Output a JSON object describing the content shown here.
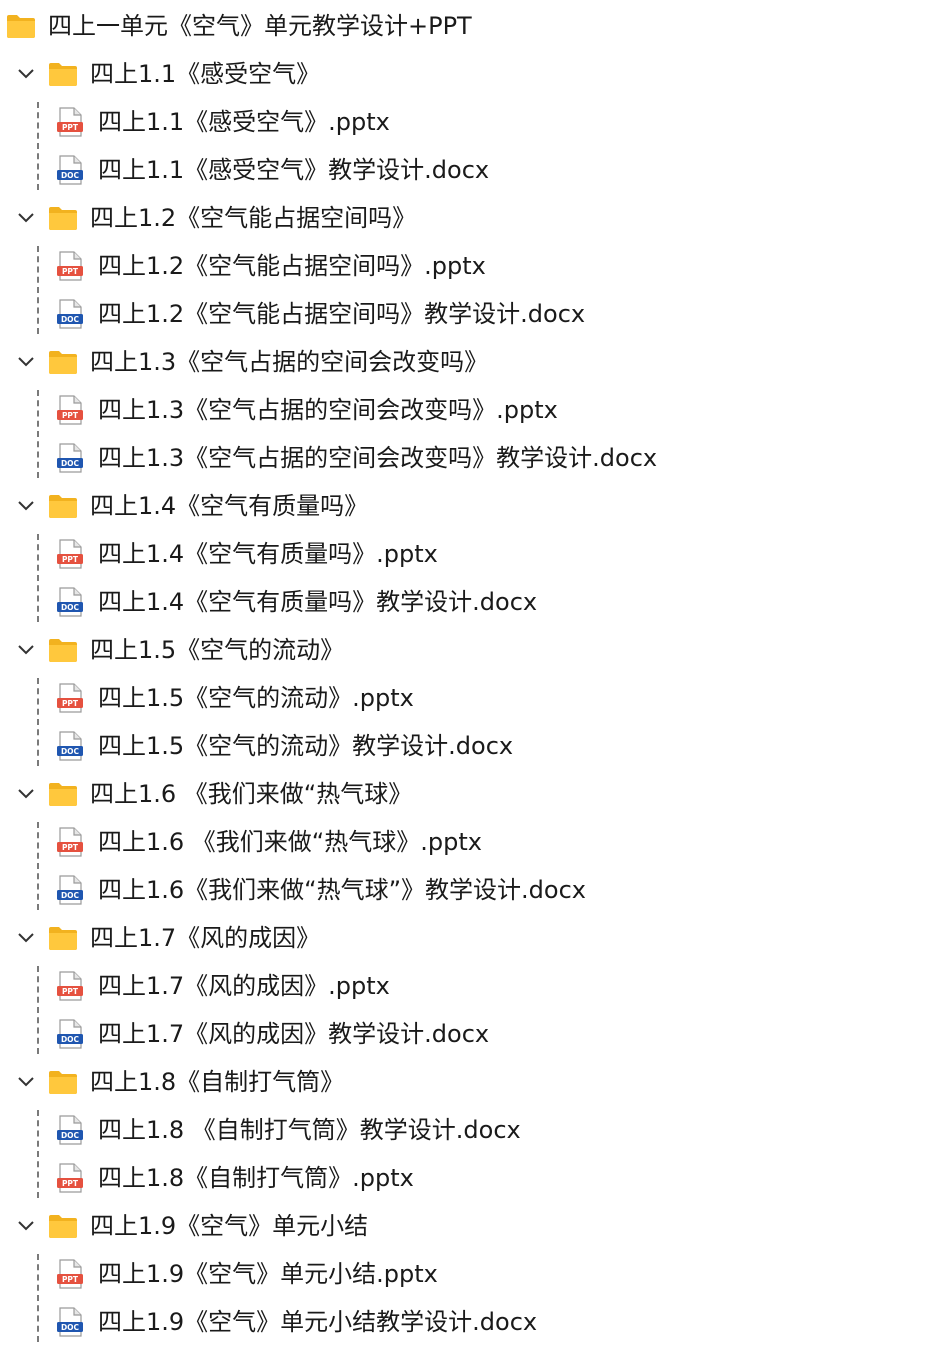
{
  "root": {
    "label": "四上一单元《空气》单元教学设计+PPT",
    "icon": "folder-icon"
  },
  "folders": [
    {
      "label": "四上1.1《感受空气》",
      "files": [
        {
          "type": "ppt",
          "badge": "PPT",
          "label": "四上1.1《感受空气》.pptx"
        },
        {
          "type": "doc",
          "badge": "DOC",
          "label": "四上1.1《感受空气》教学设计.docx"
        }
      ]
    },
    {
      "label": "四上1.2《空气能占据空间吗》",
      "files": [
        {
          "type": "ppt",
          "badge": "PPT",
          "label": "四上1.2《空气能占据空间吗》.pptx"
        },
        {
          "type": "doc",
          "badge": "DOC",
          "label": "四上1.2《空气能占据空间吗》教学设计.docx"
        }
      ]
    },
    {
      "label": "四上1.3《空气占据的空间会改变吗》",
      "files": [
        {
          "type": "ppt",
          "badge": "PPT",
          "label": "四上1.3《空气占据的空间会改变吗》.pptx"
        },
        {
          "type": "doc",
          "badge": "DOC",
          "label": "四上1.3《空气占据的空间会改变吗》教学设计.docx"
        }
      ]
    },
    {
      "label": "四上1.4《空气有质量吗》",
      "files": [
        {
          "type": "ppt",
          "badge": "PPT",
          "label": "四上1.4《空气有质量吗》.pptx"
        },
        {
          "type": "doc",
          "badge": "DOC",
          "label": "四上1.4《空气有质量吗》教学设计.docx"
        }
      ]
    },
    {
      "label": "四上1.5《空气的流动》",
      "files": [
        {
          "type": "ppt",
          "badge": "PPT",
          "label": "四上1.5《空气的流动》.pptx"
        },
        {
          "type": "doc",
          "badge": "DOC",
          "label": "四上1.5《空气的流动》教学设计.docx"
        }
      ]
    },
    {
      "label": "四上1.6 《我们来做“热气球》",
      "files": [
        {
          "type": "ppt",
          "badge": "PPT",
          "label": "四上1.6 《我们来做“热气球》.pptx"
        },
        {
          "type": "doc",
          "badge": "DOC",
          "label": "四上1.6《我们来做“热气球”》教学设计.docx"
        }
      ]
    },
    {
      "label": "四上1.7《风的成因》",
      "files": [
        {
          "type": "ppt",
          "badge": "PPT",
          "label": "四上1.7《风的成因》.pptx"
        },
        {
          "type": "doc",
          "badge": "DOC",
          "label": "四上1.7《风的成因》教学设计.docx"
        }
      ]
    },
    {
      "label": "四上1.8《自制打气筒》",
      "files": [
        {
          "type": "doc",
          "badge": "DOC",
          "label": "四上1.8 《自制打气筒》教学设计.docx"
        },
        {
          "type": "ppt",
          "badge": "PPT",
          "label": "四上1.8《自制打气筒》.pptx"
        }
      ]
    },
    {
      "label": "四上1.9《空气》单元小结",
      "files": [
        {
          "type": "ppt",
          "badge": "PPT",
          "label": "四上1.9《空气》单元小结.pptx"
        },
        {
          "type": "doc",
          "badge": "DOC",
          "label": "四上1.9《空气》单元小结教学设计.docx"
        }
      ]
    }
  ],
  "colors": {
    "folder": "#FFC83D",
    "folder_dark": "#F2B21F",
    "ppt": "#E5513F",
    "doc": "#1F56B0",
    "guide": "#7a7a7a",
    "text": "#1a1a1a"
  }
}
